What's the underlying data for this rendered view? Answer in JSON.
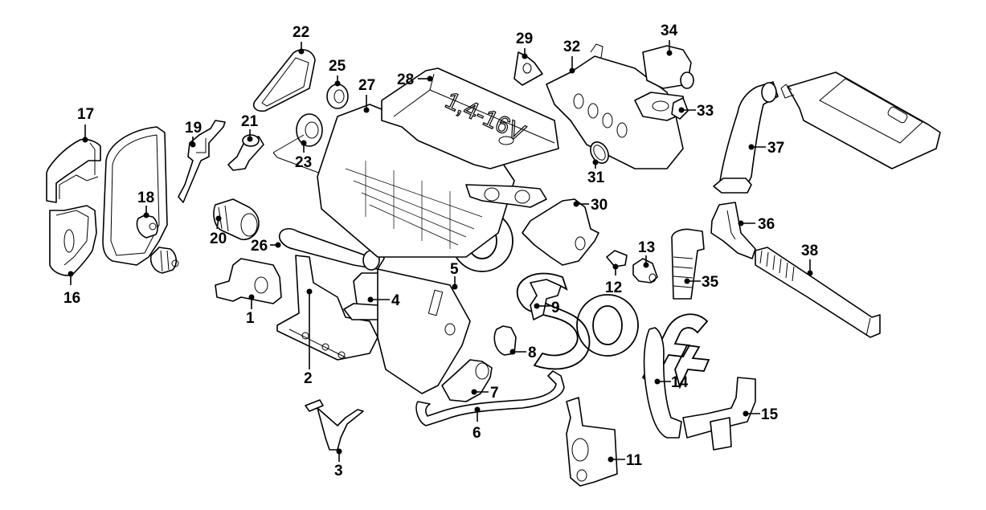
{
  "diagram": {
    "title": "Engine exploded parts view",
    "engine_label": "1,4-16V",
    "watermark": "Soft",
    "colors": {
      "line": "#000000",
      "background": "#ffffff"
    },
    "callouts": [
      {
        "id": "1",
        "label": "1",
        "part": "oil-pump"
      },
      {
        "id": "2",
        "label": "2",
        "part": "oil-sump"
      },
      {
        "id": "3",
        "label": "3",
        "part": "oil-pickup"
      },
      {
        "id": "4",
        "label": "4",
        "part": "catalytic-converter"
      },
      {
        "id": "5",
        "label": "5",
        "part": "engine-block"
      },
      {
        "id": "6",
        "label": "6",
        "part": "coolant-pipe"
      },
      {
        "id": "7",
        "label": "7",
        "part": "egr-valve"
      },
      {
        "id": "8",
        "label": "8",
        "part": "sensor"
      },
      {
        "id": "9",
        "label": "9",
        "part": "knock-sensor"
      },
      {
        "id": "10",
        "label": "30",
        "part": "thermostat-housing"
      },
      {
        "id": "11",
        "label": "11",
        "part": "oil-filter-housing"
      },
      {
        "id": "12",
        "label": "12",
        "part": "temperature-sender"
      },
      {
        "id": "13",
        "label": "13",
        "part": "coolant-outlet"
      },
      {
        "id": "14",
        "label": "14",
        "part": "coolant-hose"
      },
      {
        "id": "15",
        "label": "15",
        "part": "water-hose"
      },
      {
        "id": "16",
        "label": "16",
        "part": "lower-timing-cover"
      },
      {
        "id": "17",
        "label": "17",
        "part": "upper-timing-cover"
      },
      {
        "id": "18",
        "label": "18",
        "part": "idler-pulley"
      },
      {
        "id": "19",
        "label": "19",
        "part": "tensioner-bracket"
      },
      {
        "id": "20",
        "label": "20",
        "part": "water-pump"
      },
      {
        "id": "21",
        "label": "21",
        "part": "tensioner-arm"
      },
      {
        "id": "22",
        "label": "22",
        "part": "auxiliary-belt"
      },
      {
        "id": "23",
        "label": "23",
        "part": "camshaft-pulley"
      },
      {
        "id": "25",
        "label": "25",
        "part": "tensioner-pulley"
      },
      {
        "id": "26",
        "label": "26",
        "part": "exhaust-manifold"
      },
      {
        "id": "27",
        "label": "27",
        "part": "cylinder-head"
      },
      {
        "id": "28",
        "label": "28",
        "part": "valve-cover"
      },
      {
        "id": "29",
        "label": "29",
        "part": "bracket"
      },
      {
        "id": "31",
        "label": "31",
        "part": "throttle-gasket"
      },
      {
        "id": "32",
        "label": "32",
        "part": "intake-manifold"
      },
      {
        "id": "33",
        "label": "33",
        "part": "idle-valve"
      },
      {
        "id": "34",
        "label": "34",
        "part": "throttle-body"
      },
      {
        "id": "35",
        "label": "35",
        "part": "air-intake-bellows"
      },
      {
        "id": "36",
        "label": "36",
        "part": "air-duct"
      },
      {
        "id": "37",
        "label": "37",
        "part": "air-intake-pipe"
      },
      {
        "id": "38",
        "label": "38",
        "part": "air-inlet-hose"
      }
    ],
    "labels": {
      "n1": "1",
      "n2": "2",
      "n3": "3",
      "n4": "4",
      "n5": "5",
      "n6": "6",
      "n7": "7",
      "n8": "8",
      "n9": "9",
      "n11": "11",
      "n12": "12",
      "n13": "13",
      "n14": "14",
      "n15": "15",
      "n16": "16",
      "n17": "17",
      "n18": "18",
      "n19": "19",
      "n20": "20",
      "n21": "21",
      "n22": "22",
      "n23": "23",
      "n25": "25",
      "n26": "26",
      "n27": "27",
      "n28": "28",
      "n29": "29",
      "n30": "30",
      "n31": "31",
      "n32": "32",
      "n33": "33",
      "n34": "34",
      "n35": "35",
      "n36": "36",
      "n37": "37",
      "n38": "38"
    }
  }
}
